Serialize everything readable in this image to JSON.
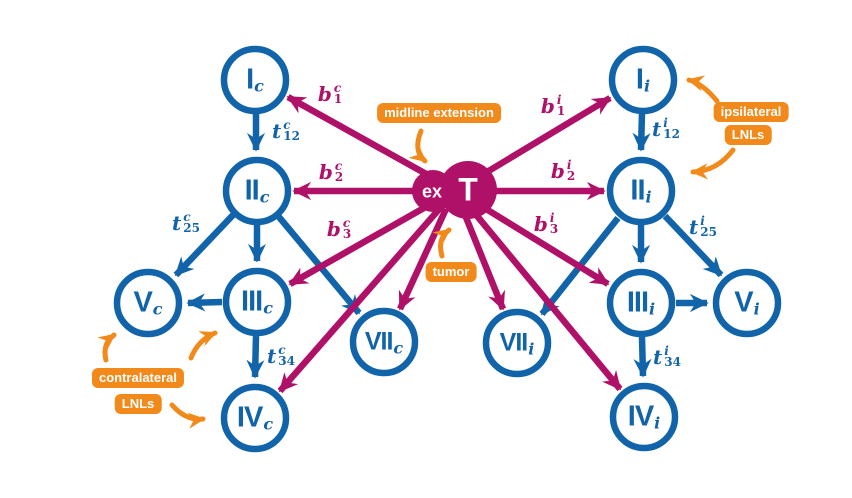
{
  "diagram": {
    "type": "directed-graph",
    "description_visible_only": "tumor-to-lymph-node-level spread graph",
    "colors": {
      "lnl_blue": "#1164a9",
      "tumor_magenta": "#b01168",
      "annotation_orange": "#f18a1b",
      "background": "#ffffff"
    },
    "tumor": {
      "ex": "ex",
      "T": "T"
    },
    "badges": {
      "midline_extension": "midline extension",
      "tumor": "tumor",
      "ipsilateral_line1": "ipsilateral",
      "ipsilateral_line2": "LNLs",
      "contralateral_line1": "contralateral",
      "contralateral_line2": "LNLs"
    },
    "nodes": {
      "Ic": {
        "base": "I",
        "sub": "c"
      },
      "IIc": {
        "base": "II",
        "sub": "c"
      },
      "IIIc": {
        "base": "III",
        "sub": "c"
      },
      "IVc": {
        "base": "IV",
        "sub": "c"
      },
      "Vc": {
        "base": "V",
        "sub": "c"
      },
      "VIIc": {
        "base": "VII",
        "sub": "c"
      },
      "Ii": {
        "base": "I",
        "sub": "i"
      },
      "IIi": {
        "base": "II",
        "sub": "i"
      },
      "IIIi": {
        "base": "III",
        "sub": "i"
      },
      "IVi": {
        "base": "IV",
        "sub": "i"
      },
      "Vi": {
        "base": "V",
        "sub": "i"
      },
      "VIIi": {
        "base": "VII",
        "sub": "i"
      }
    },
    "edge_labels": {
      "t12c": {
        "base": "t",
        "sup": "c",
        "sub": "12"
      },
      "t25c": {
        "base": "t",
        "sup": "c",
        "sub": "25"
      },
      "t34c": {
        "base": "t",
        "sup": "c",
        "sub": "34"
      },
      "t12i": {
        "base": "t",
        "sup": "i",
        "sub": "12"
      },
      "t25i": {
        "base": "t",
        "sup": "i",
        "sub": "25"
      },
      "t34i": {
        "base": "t",
        "sup": "i",
        "sub": "34"
      },
      "b1c": {
        "base": "b",
        "sup": "c",
        "sub": "1"
      },
      "b2c": {
        "base": "b",
        "sup": "c",
        "sub": "2"
      },
      "b3c": {
        "base": "b",
        "sup": "c",
        "sub": "3"
      },
      "b1i": {
        "base": "b",
        "sup": "i",
        "sub": "1"
      },
      "b2i": {
        "base": "b",
        "sup": "i",
        "sub": "2"
      },
      "b3i": {
        "base": "b",
        "sup": "i",
        "sub": "3"
      }
    },
    "edges": {
      "lymphatic_blue": [
        {
          "from": "Ic",
          "to": "IIc",
          "label": "t12c"
        },
        {
          "from": "IIc",
          "to": "Vc",
          "label": "t25c"
        },
        {
          "from": "IIc",
          "to": "IIIc",
          "label": ""
        },
        {
          "from": "IIc",
          "to": "VIIc",
          "label": ""
        },
        {
          "from": "IIIc",
          "to": "Vc",
          "label": ""
        },
        {
          "from": "IIIc",
          "to": "IVc",
          "label": "t34c"
        },
        {
          "from": "Ii",
          "to": "IIi",
          "label": "t12i"
        },
        {
          "from": "IIi",
          "to": "IIIi",
          "label": ""
        },
        {
          "from": "IIi",
          "to": "Vi",
          "label": "t25i"
        },
        {
          "from": "IIi",
          "to": "VIIi",
          "label": ""
        },
        {
          "from": "IIIi",
          "to": "Vi",
          "label": ""
        },
        {
          "from": "IIIi",
          "to": "IVi",
          "label": "t34i"
        }
      ],
      "tumor_spread_magenta": [
        {
          "from": "T",
          "to": "Ic",
          "label": "b1c"
        },
        {
          "from": "T",
          "to": "IIc",
          "label": "b2c"
        },
        {
          "from": "T",
          "to": "IIIc",
          "label": "b3c"
        },
        {
          "from": "T",
          "to": "IVc",
          "label": ""
        },
        {
          "from": "T",
          "to": "VIIc",
          "label": ""
        },
        {
          "from": "T",
          "to": "VIIi",
          "label": ""
        },
        {
          "from": "T",
          "to": "Ii",
          "label": "b1i"
        },
        {
          "from": "T",
          "to": "IIi",
          "label": "b2i"
        },
        {
          "from": "T",
          "to": "IIIi",
          "label": "b3i"
        },
        {
          "from": "T",
          "to": "IVi",
          "label": ""
        }
      ]
    }
  }
}
